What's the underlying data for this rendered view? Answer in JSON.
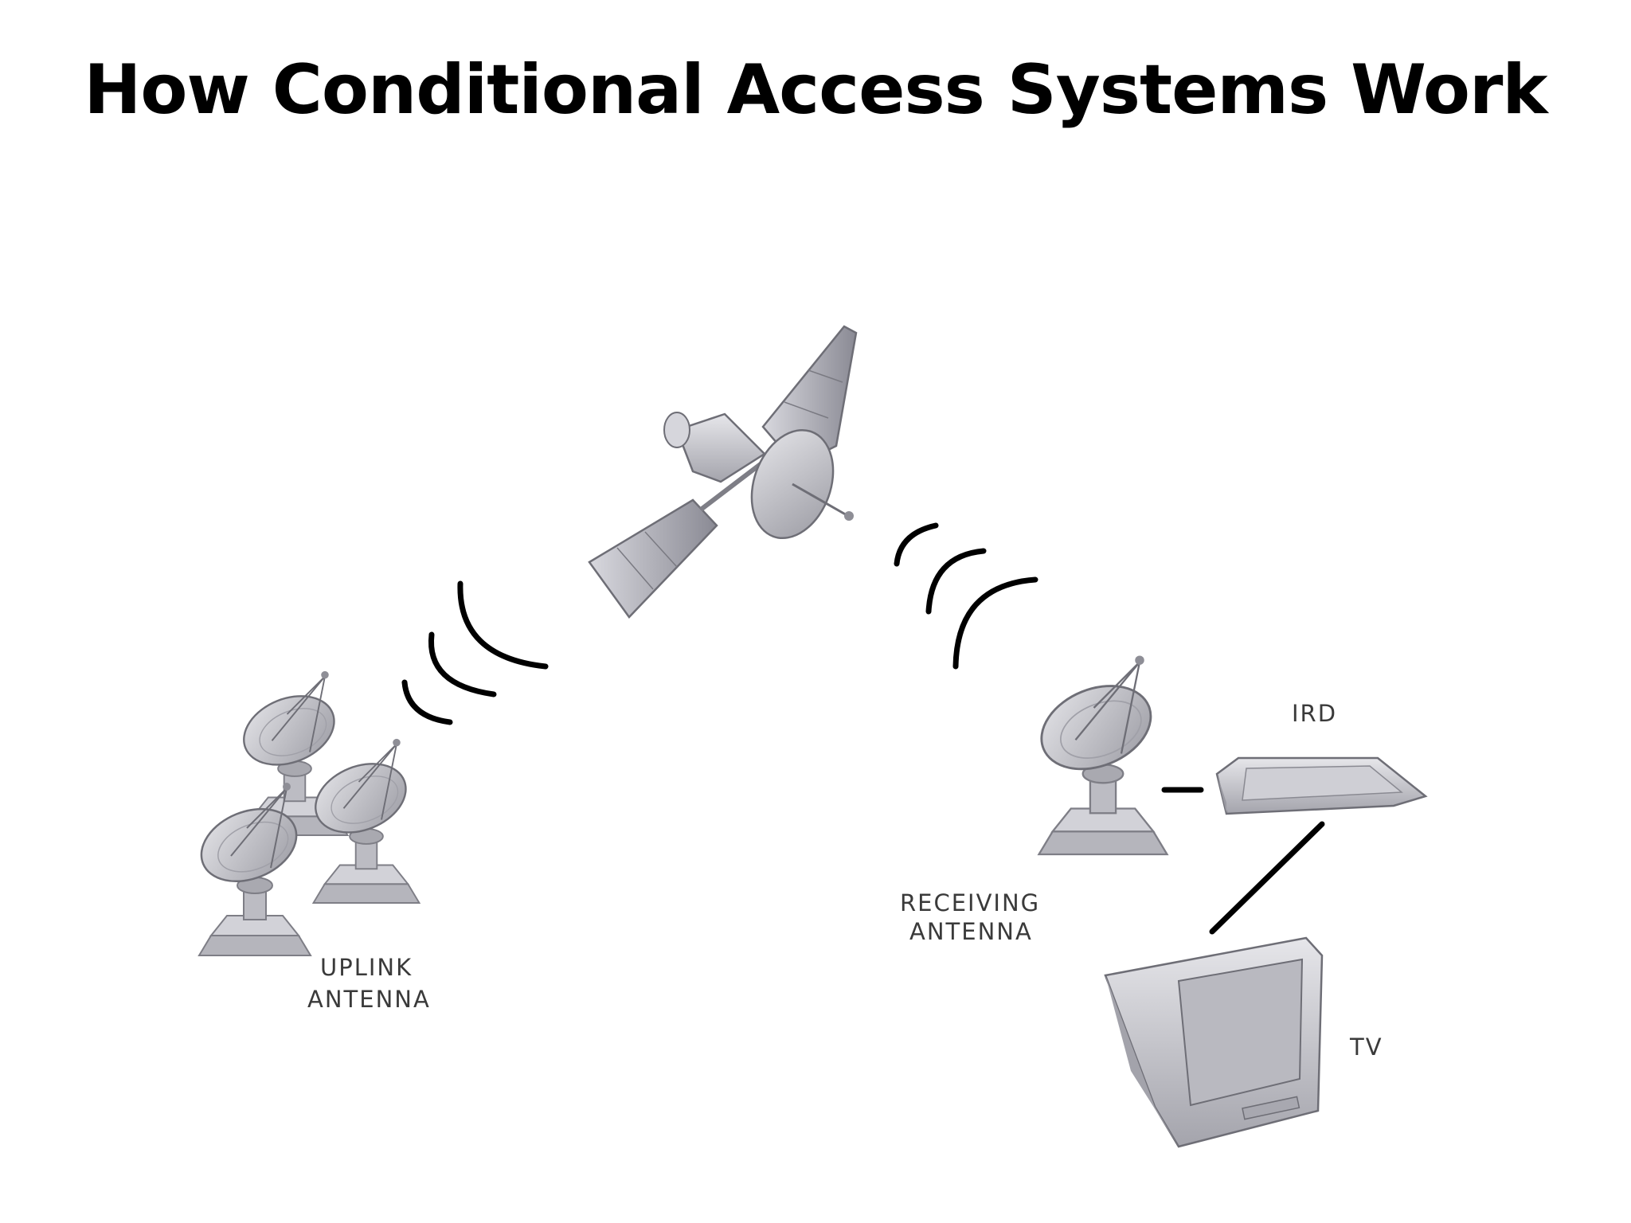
{
  "title": "How Conditional Access Systems Work",
  "labels": {
    "uplink_line1": "UPLINK",
    "uplink_line2": "ANTENNA",
    "receiving_line1": "RECEIVING",
    "receiving_line2": "ANTENNA",
    "ird": "IRD",
    "tv": "TV"
  },
  "icons": [
    "satellite-icon",
    "uplink-antenna-icon",
    "receiving-antenna-icon",
    "ird-box-icon",
    "tv-icon",
    "signal-wave-icon"
  ],
  "colors": {
    "device_gray": "#c9c9cf",
    "device_dark": "#8e8e96",
    "signal": "#000000"
  }
}
